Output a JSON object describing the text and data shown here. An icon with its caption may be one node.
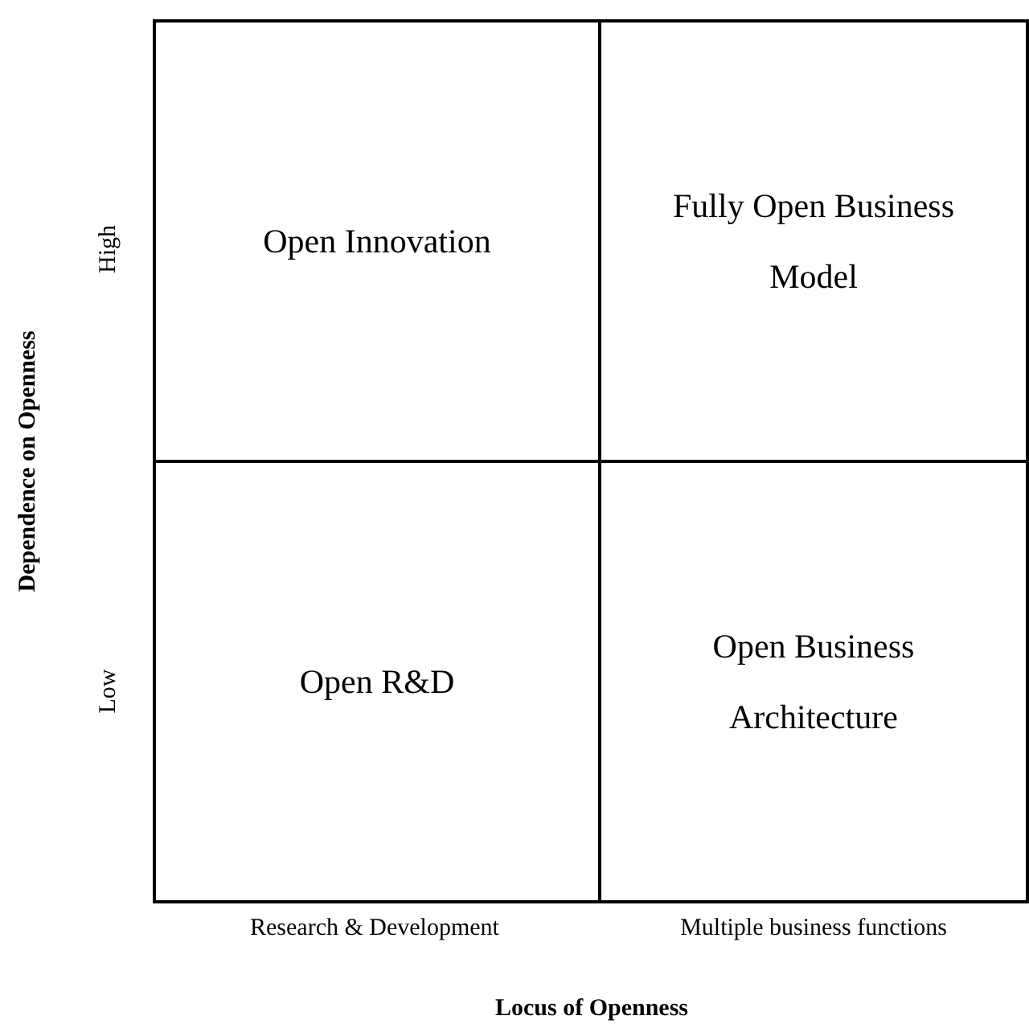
{
  "diagram": {
    "nodes": [
      {
        "text": [
          "Open Innovation"
        ]
      },
      {
        "text": [
          "Fully Open Business Model"
        ]
      },
      {
        "text": [
          "Open R&D"
        ]
      },
      {
        "text": [
          "Open Business Architecture"
        ]
      }
    ],
    "labels": [
      "Dependence on Openness",
      "High",
      "Low",
      "Research & Development",
      "Multiple business functions",
      "Locus of Openness"
    ]
  }
}
